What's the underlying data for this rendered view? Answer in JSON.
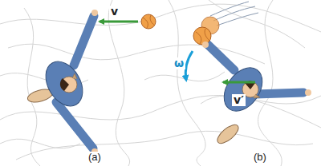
{
  "diagram": {
    "labels": [
      "v",
      "ω",
      "v′",
      "(a)",
      "(b)"
    ]
  }
}
